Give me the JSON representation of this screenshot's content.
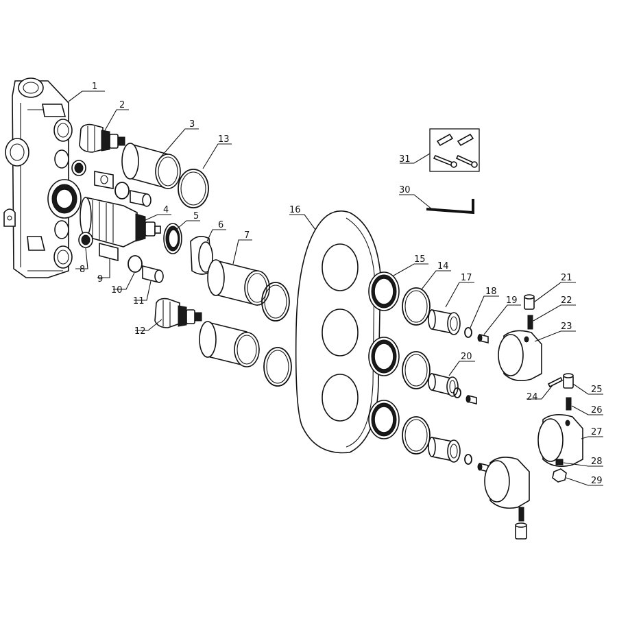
{
  "diagram": {
    "part_numbers": [
      "1",
      "2",
      "3",
      "4",
      "5",
      "6",
      "7",
      "8",
      "9",
      "10",
      "11",
      "12",
      "13",
      "14",
      "15",
      "16",
      "17",
      "18",
      "19",
      "20",
      "21",
      "22",
      "23",
      "24",
      "25",
      "26",
      "27",
      "28",
      "29",
      "30",
      "31"
    ]
  }
}
